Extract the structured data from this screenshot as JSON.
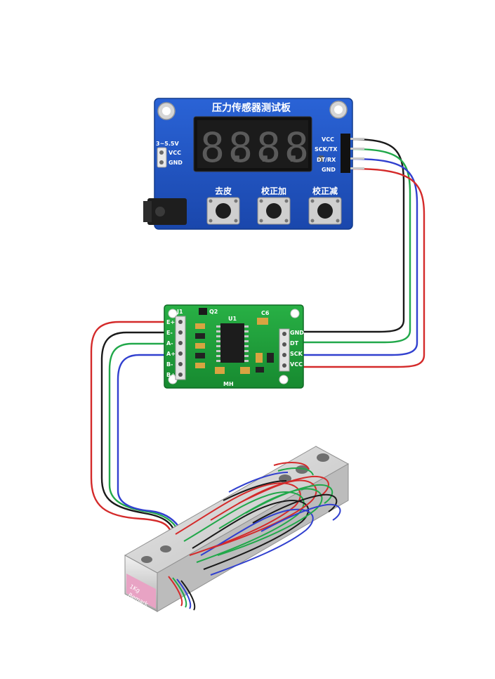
{
  "blue_board": {
    "title": "压力传感器测试板",
    "power_label": "3~5.5V",
    "power_pins": [
      "VCC",
      "GND"
    ],
    "header_pins": [
      "VCC",
      "SCK/TX",
      "DT/RX",
      "GND"
    ],
    "buttons": [
      "去皮",
      "校正加",
      "校正减"
    ],
    "display_digits": [
      "8.",
      "8.",
      "8.",
      "8."
    ]
  },
  "green_board": {
    "left_pins": [
      "E+",
      "E-",
      "A-",
      "A+",
      "B-",
      "B+"
    ],
    "right_pins": [
      "GND",
      "DT",
      "SCK",
      "VCC"
    ],
    "labels": [
      "J1",
      "Q2",
      "U1",
      "C6",
      "MH"
    ]
  },
  "load_cell": {
    "label_lines": [
      "1Kg",
      "Remark"
    ]
  },
  "colors": {
    "blue_pcb": "#1f55c2",
    "green_pcb": "#1fa23b",
    "wire_black": "#1a1a1a",
    "wire_green": "#21a84a",
    "wire_blue": "#3140cf",
    "wire_red": "#d42a2a",
    "aluminum": "#d9d9d9"
  }
}
